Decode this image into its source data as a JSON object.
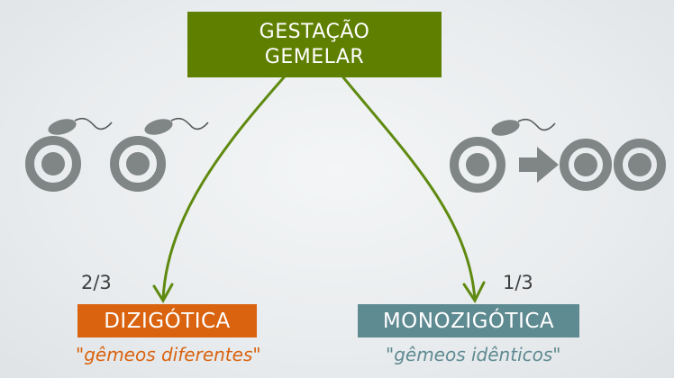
{
  "title": {
    "line1": "GESTAÇÃO",
    "line2": "GEMELAR"
  },
  "branches": [
    {
      "fraction": "2/3",
      "label": "DIZIGÓTICA",
      "description": "\"gêmeos diferentes\"",
      "color": "#d9630f"
    },
    {
      "fraction": "1/3",
      "label": "MONOZIGÓTICA",
      "description": "\"gêmeos idênticos\"",
      "color": "#5e8a91"
    }
  ],
  "colors": {
    "title_box": "#5f7f00",
    "arrows": "#5f8a10",
    "icons": "#808585"
  },
  "icons": {
    "left_group": [
      "sperm-icon",
      "egg-icon",
      "sperm-icon",
      "egg-icon"
    ],
    "right_group": [
      "sperm-icon",
      "egg-icon",
      "right-arrow-icon",
      "egg-icon",
      "egg-icon"
    ]
  }
}
